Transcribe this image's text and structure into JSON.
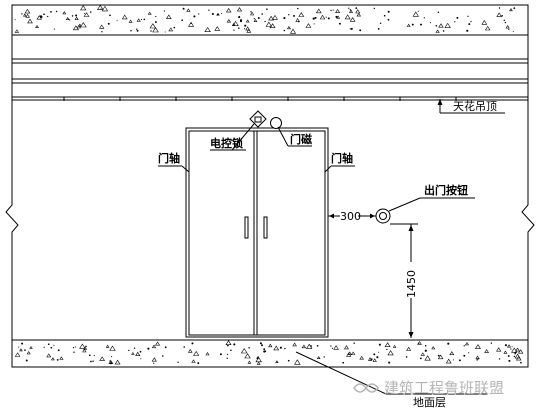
{
  "drawing": {
    "labels": {
      "ceiling": "天花吊顶",
      "electric_lock": "电控锁",
      "door_magnet": "门磁",
      "door_axis_left": "门轴",
      "door_axis_right": "门轴",
      "exit_button": "出门按钮",
      "distance_to_door": "300",
      "button_height": "1450",
      "floor": "地面层"
    },
    "watermark": "建筑工程鲁班联盟",
    "colors": {
      "line": "#000000",
      "watermark": "#b5b5b5"
    }
  }
}
